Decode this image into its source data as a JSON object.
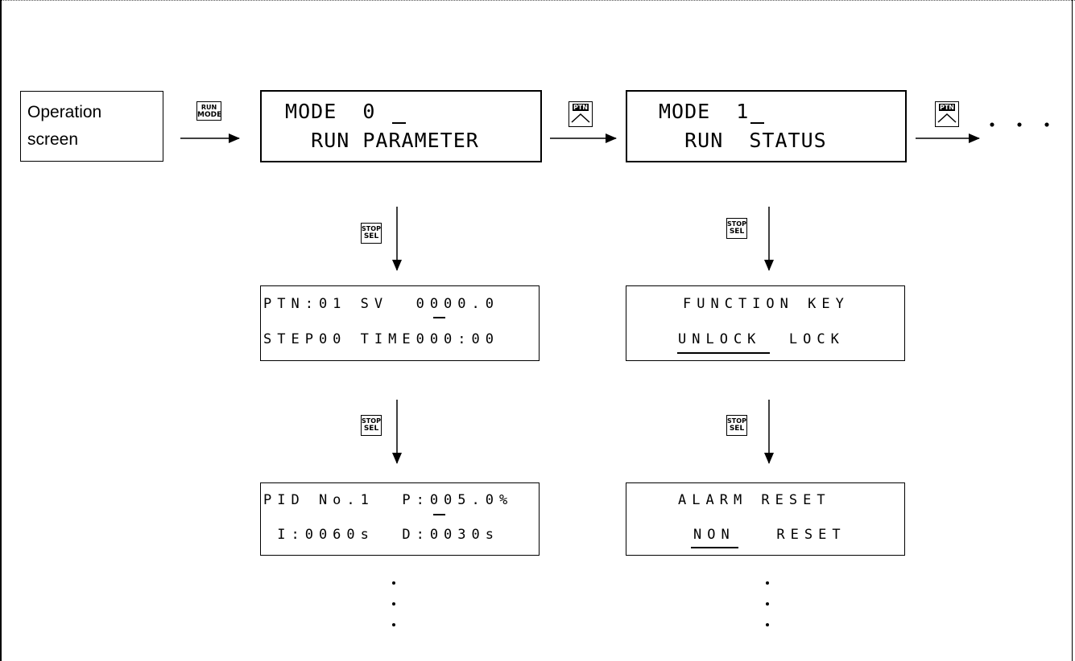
{
  "operation_screen": {
    "line1": "Operation",
    "line2": "screen"
  },
  "keys": {
    "run_mode": {
      "top": "RUN",
      "bottom": "MODE"
    },
    "ptn": {
      "top": "PTN",
      "symbol": "^"
    },
    "stop_sel": {
      "top": "STOP",
      "bottom": "SEL"
    }
  },
  "mode0": {
    "line1": " MODE  0",
    "line2": "   RUN PARAMETER"
  },
  "mode1": {
    "line1": "MODE  1",
    "line2": "  RUN  STATUS"
  },
  "ellipsis": "・・・",
  "left_column": {
    "screen1": {
      "line1": "PTN:01 SV  0000.0",
      "line2": "STEP00 TIME000:00"
    },
    "screen2": {
      "line1": "PID No.1  P:005.0%",
      "line2": " I:0060s  D:0030s"
    }
  },
  "right_column": {
    "screen1": {
      "line1": "FUNCTION KEY",
      "line2": "UNLOCK  LOCK"
    },
    "screen2": {
      "line1": "ALARM RESET",
      "line2": "NON   RESET"
    }
  }
}
